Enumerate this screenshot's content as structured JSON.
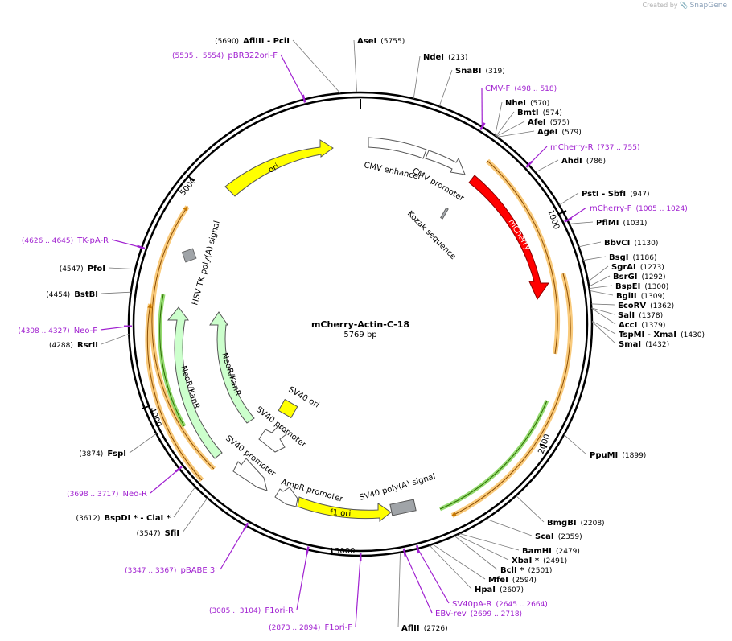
{
  "header": {
    "created_by": "Created by",
    "brand": "SnapGene"
  },
  "plasmid": {
    "name": "mCherry-Actin-C-18",
    "length_label": "5769 bp",
    "length": 5769
  },
  "ticks": [
    "1000",
    "2000",
    "3000",
    "4000",
    "5000"
  ],
  "features": [
    {
      "label": "ori"
    },
    {
      "label": "CMV enhancer"
    },
    {
      "label": "CMV promoter"
    },
    {
      "label": "mCherry"
    },
    {
      "label": "Kozak sequence"
    },
    {
      "label": "HSV TK poly(A) signal"
    },
    {
      "label": "NeoR/KanR"
    },
    {
      "label": "NeoR/KanR"
    },
    {
      "label": "SV40 ori"
    },
    {
      "label": "SV40 promoter"
    },
    {
      "label": "SV40 promoter"
    },
    {
      "label": "AmpR promoter"
    },
    {
      "label": "f1 ori"
    },
    {
      "label": "SV40 poly(A) signal"
    }
  ],
  "sites": [
    {
      "name": "AflIII  - PciI",
      "pos": "(5690)",
      "type": "enzyme"
    },
    {
      "name": "pBR322ori-F",
      "pos": "(5535 .. 5554)",
      "type": "primer"
    },
    {
      "name": "AseI",
      "pos": "(5755)",
      "type": "enzyme"
    },
    {
      "name": "NdeI",
      "pos": "(213)",
      "type": "enzyme"
    },
    {
      "name": "SnaBI",
      "pos": "(319)",
      "type": "enzyme"
    },
    {
      "name": "CMV-F",
      "pos": "(498 .. 518)",
      "type": "primer"
    },
    {
      "name": "NheI",
      "pos": "(570)",
      "type": "enzyme"
    },
    {
      "name": "BmtI",
      "pos": "(574)",
      "type": "enzyme"
    },
    {
      "name": "AfeI",
      "pos": "(575)",
      "type": "enzyme"
    },
    {
      "name": "AgeI",
      "pos": "(579)",
      "type": "enzyme"
    },
    {
      "name": "mCherry-R",
      "pos": "(737 .. 755)",
      "type": "primer"
    },
    {
      "name": "AhdI",
      "pos": "(786)",
      "type": "enzyme"
    },
    {
      "name": "PstI  - SbfI",
      "pos": "(947)",
      "type": "enzyme"
    },
    {
      "name": "mCherry-F",
      "pos": "(1005 .. 1024)",
      "type": "primer"
    },
    {
      "name": "PflMI",
      "pos": "(1031)",
      "type": "enzyme"
    },
    {
      "name": "BbvCI",
      "pos": "(1130)",
      "type": "enzyme"
    },
    {
      "name": "BsgI",
      "pos": "(1186)",
      "type": "enzyme"
    },
    {
      "name": "SgrAI",
      "pos": "(1273)",
      "type": "enzyme"
    },
    {
      "name": "BsrGI",
      "pos": "(1292)",
      "type": "enzyme"
    },
    {
      "name": "BspEI",
      "pos": "(1300)",
      "type": "enzyme"
    },
    {
      "name": "BglII",
      "pos": "(1309)",
      "type": "enzyme"
    },
    {
      "name": "EcoRV",
      "pos": "(1362)",
      "type": "enzyme"
    },
    {
      "name": "SalI",
      "pos": "(1378)",
      "type": "enzyme"
    },
    {
      "name": "AccI",
      "pos": "(1379)",
      "type": "enzyme"
    },
    {
      "name": "TspMI  - XmaI",
      "pos": "(1430)",
      "type": "enzyme"
    },
    {
      "name": "SmaI",
      "pos": "(1432)",
      "type": "enzyme"
    },
    {
      "name": "PpuMI",
      "pos": "(1899)",
      "type": "enzyme"
    },
    {
      "name": "BmgBI",
      "pos": "(2208)",
      "type": "enzyme"
    },
    {
      "name": "ScaI",
      "pos": "(2359)",
      "type": "enzyme"
    },
    {
      "name": "BamHI",
      "pos": "(2479)",
      "type": "enzyme"
    },
    {
      "name": "XbaI *",
      "pos": "(2491)",
      "type": "enzyme"
    },
    {
      "name": "BclI *",
      "pos": "(2501)",
      "type": "enzyme"
    },
    {
      "name": "MfeI",
      "pos": "(2594)",
      "type": "enzyme"
    },
    {
      "name": "HpaI",
      "pos": "(2607)",
      "type": "enzyme"
    },
    {
      "name": "SV40pA-R",
      "pos": "(2645 .. 2664)",
      "type": "primer"
    },
    {
      "name": "EBV-rev",
      "pos": "(2699 .. 2718)",
      "type": "primer"
    },
    {
      "name": "AflII",
      "pos": "(2726)",
      "type": "enzyme"
    },
    {
      "name": "F1ori-F",
      "pos": "(2873 .. 2894)",
      "type": "primer"
    },
    {
      "name": "F1ori-R",
      "pos": "(3085 .. 3104)",
      "type": "primer"
    },
    {
      "name": "pBABE 3'",
      "pos": "(3347 .. 3367)",
      "type": "primer"
    },
    {
      "name": "SfiI",
      "pos": "(3547)",
      "type": "enzyme"
    },
    {
      "name": "BspDI *  - ClaI *",
      "pos": "(3612)",
      "type": "enzyme"
    },
    {
      "name": "Neo-R",
      "pos": "(3698 .. 3717)",
      "type": "primer"
    },
    {
      "name": "FspI",
      "pos": "(3874)",
      "type": "enzyme"
    },
    {
      "name": "RsrII",
      "pos": "(4288)",
      "type": "enzyme"
    },
    {
      "name": "Neo-F",
      "pos": "(4308 .. 4327)",
      "type": "primer"
    },
    {
      "name": "BstBI",
      "pos": "(4454)",
      "type": "enzyme"
    },
    {
      "name": "PfoI",
      "pos": "(4547)",
      "type": "enzyme"
    },
    {
      "name": "TK-pA-R",
      "pos": "(4626 .. 4645)",
      "type": "primer"
    }
  ],
  "colors": {
    "backbone": "#000000",
    "ori": "#ffff00",
    "mcherry": "#ff0000",
    "neo": "#ccffcc",
    "primer": "#a020d0",
    "orf_orange": "#f5a623",
    "orf_green": "#66cc33",
    "polyA": "#a0a4a8"
  }
}
